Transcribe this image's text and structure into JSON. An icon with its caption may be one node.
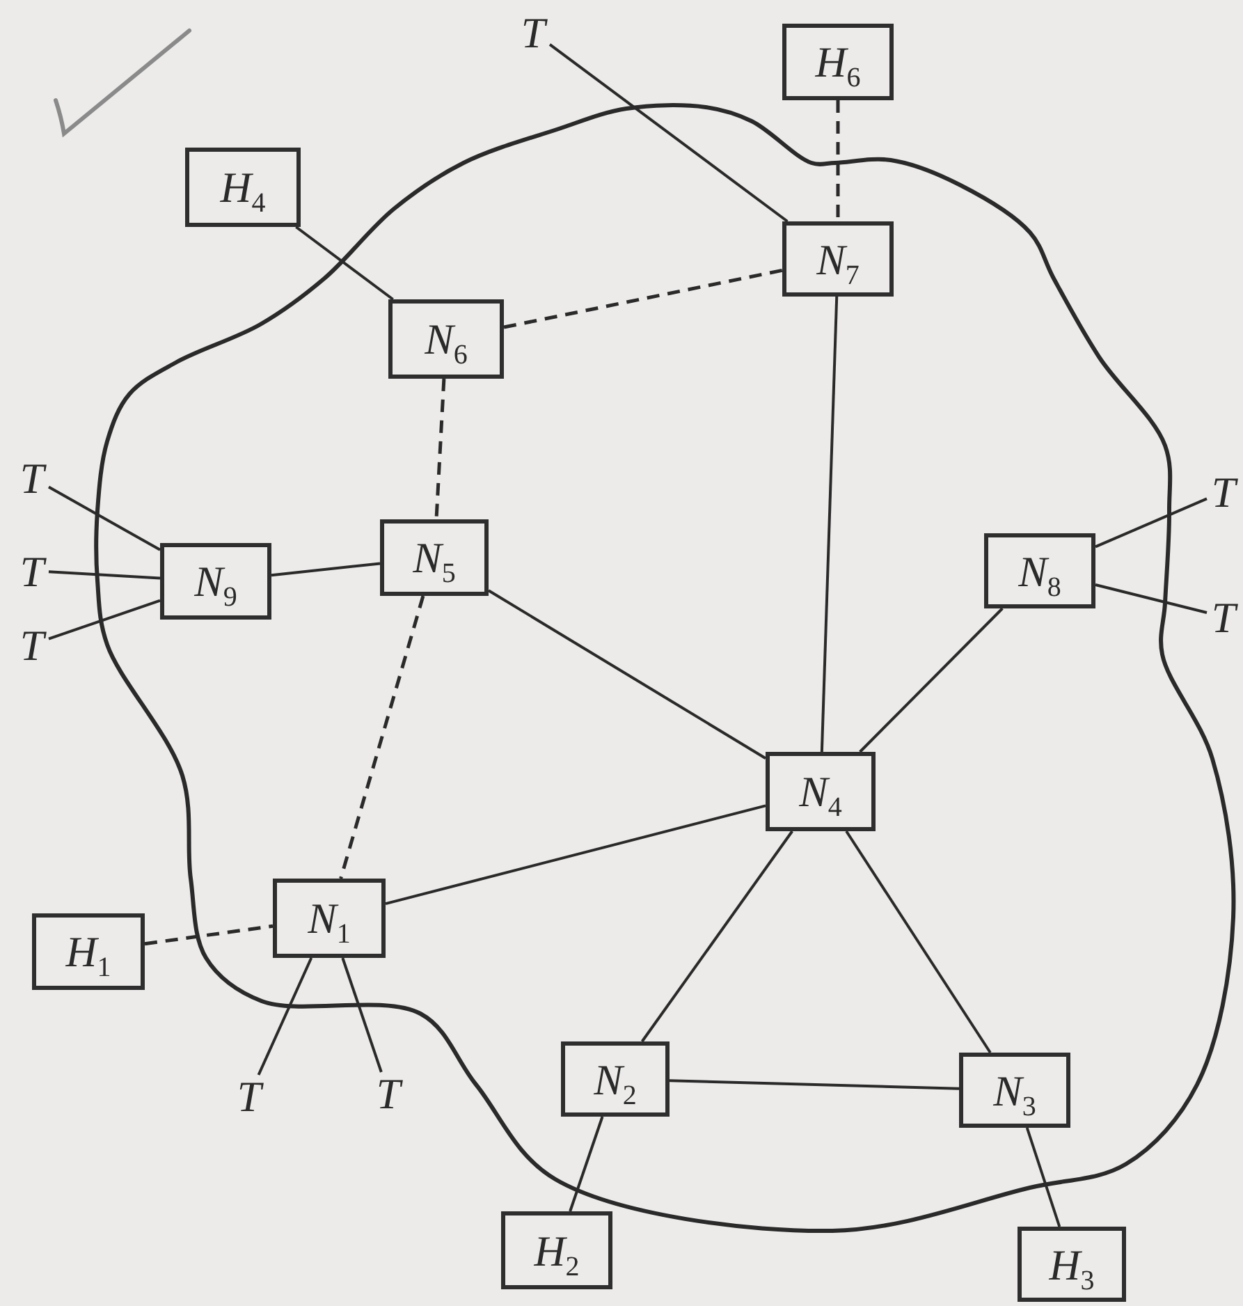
{
  "diagram": {
    "nodes": [
      {
        "text": [
          "T"
        ]
      },
      {
        "text": [
          "H$_{6}$"
        ]
      },
      {
        "text": [
          "H$_{4}$"
        ]
      },
      {
        "text": [
          "N$_{7}$"
        ]
      },
      {
        "text": [
          "N$_{6}$"
        ]
      },
      {
        "text": [
          "T"
        ]
      },
      {
        "text": [
          "T"
        ]
      },
      {
        "text": [
          "N$_{5}$"
        ]
      },
      {
        "text": [
          "N$_{8}$"
        ]
      },
      {
        "text": [
          "N$_{9}$"
        ]
      },
      {
        "text": [
          "T"
        ]
      },
      {
        "text": [
          "T"
        ]
      },
      {
        "text": [
          "T"
        ]
      },
      {
        "text": [
          "N$_{4}$"
        ]
      },
      {
        "text": [
          "N$_{1}$"
        ]
      },
      {
        "text": [
          "H$_{1}$"
        ]
      },
      {
        "text": [
          "T"
        ]
      },
      {
        "text": [
          "T"
        ]
      },
      {
        "text": [
          "N$_{2}$"
        ]
      },
      {
        "text": [
          "N$_{3}$"
        ]
      },
      {
        "text": [
          "H$_{2}$"
        ]
      },
      {
        "text": [
          "H$_{3}$"
        ]
      }
    ],
    "edges": [
      {
        "from": 0,
        "to": 3,
        "arrow": "none"
      },
      {
        "from": 1,
        "to": 3,
        "arrow": "none",
        "style": "dashed"
      },
      {
        "from": 2,
        "to": 4,
        "arrow": "none"
      },
      {
        "from": 4,
        "to": 3,
        "arrow": "none",
        "style": "dashed"
      },
      {
        "from": 4,
        "to": 7,
        "arrow": "none",
        "style": "dashed"
      },
      {
        "from": 3,
        "to": 13,
        "arrow": "none"
      },
      {
        "from": 5,
        "to": 9,
        "arrow": "none"
      },
      {
        "from": 10,
        "to": 9,
        "arrow": "none"
      },
      {
        "from": 12,
        "to": 9,
        "arrow": "none"
      },
      {
        "from": 9,
        "to": 7,
        "arrow": "none"
      },
      {
        "from": 7,
        "to": 13,
        "arrow": "none"
      },
      {
        "from": 7,
        "to": 14,
        "arrow": "none",
        "style": "dashed"
      },
      {
        "from": 8,
        "to": 6,
        "arrow": "none"
      },
      {
        "from": 8,
        "to": 11,
        "arrow": "none"
      },
      {
        "from": 8,
        "to": 13,
        "arrow": "none"
      },
      {
        "from": 14,
        "to": 13,
        "arrow": "none"
      },
      {
        "from": 15,
        "to": 14,
        "arrow": "none",
        "style": "dashed"
      },
      {
        "from": 14,
        "to": 16,
        "arrow": "none"
      },
      {
        "from": 14,
        "to": 17,
        "arrow": "none"
      },
      {
        "from": 13,
        "to": 18,
        "arrow": "none"
      },
      {
        "from": 13,
        "to": 19,
        "arrow": "none"
      },
      {
        "from": 18,
        "to": 19,
        "arrow": "none"
      },
      {
        "from": 18,
        "to": 20,
        "arrow": "none"
      },
      {
        "from": 19,
        "to": 21,
        "arrow": "none"
      }
    ]
  }
}
